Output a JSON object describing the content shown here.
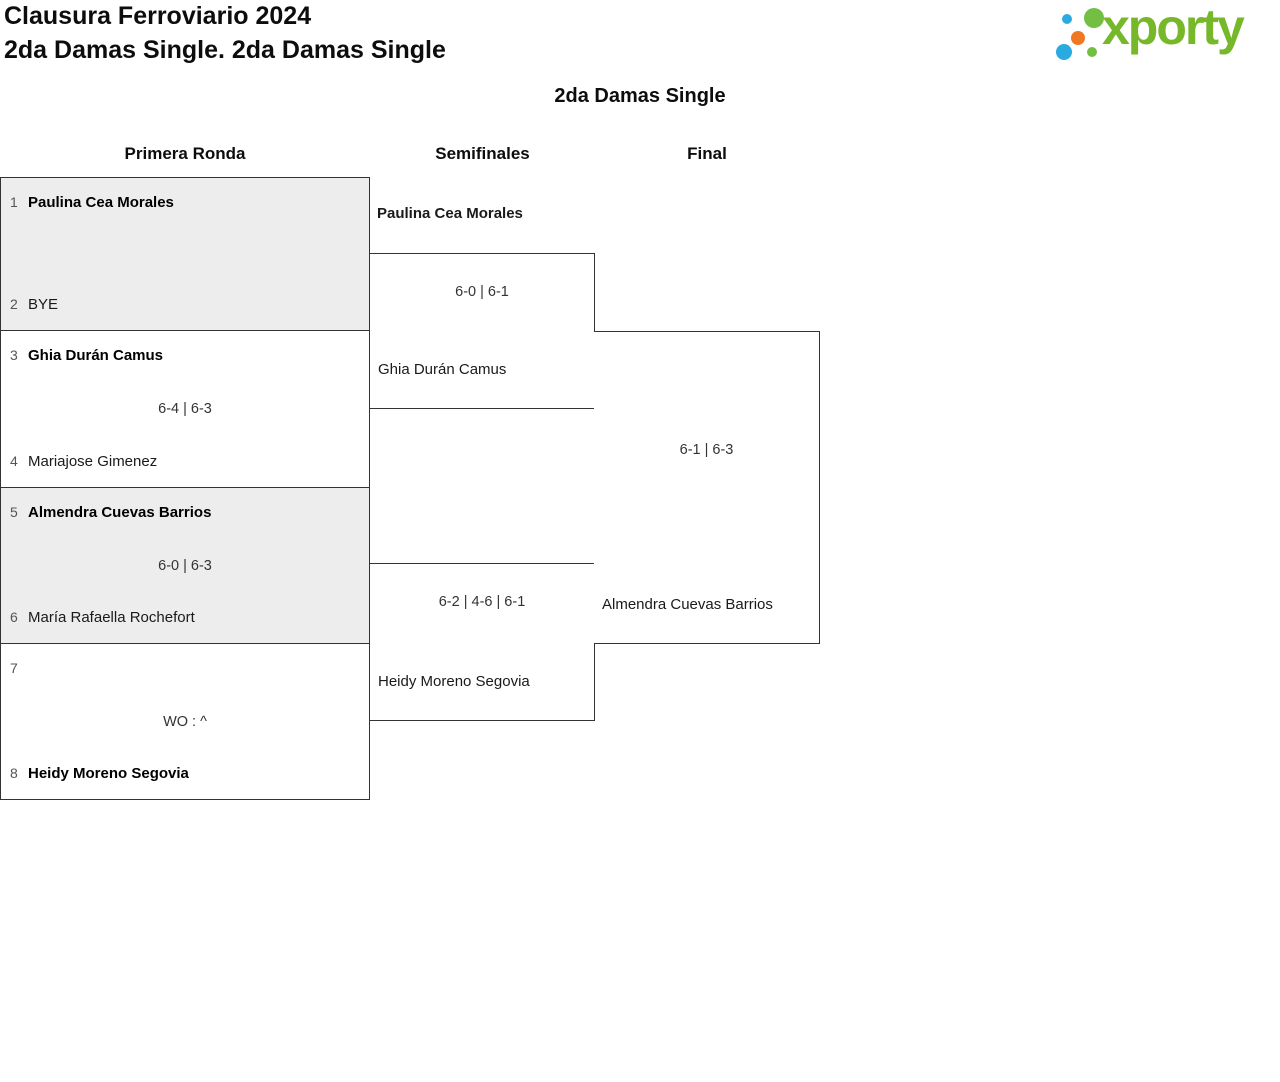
{
  "header": {
    "title_line1": "Clausura Ferroviario 2024",
    "title_line2": "2da Damas Single. 2da Damas Single"
  },
  "logo": {
    "text": "xporty",
    "colors": {
      "green": "#76b82a",
      "blue": "#29abe2",
      "orange": "#f07822"
    }
  },
  "bracket": {
    "title": "2da Damas Single",
    "rounds": [
      "Primera Ronda",
      "Semifinales",
      "Final"
    ],
    "round1": [
      {
        "top_seed": "1",
        "top_name": "Paulina Cea Morales",
        "bottom_seed": "2",
        "bottom_name": "BYE",
        "score": ""
      },
      {
        "top_seed": "3",
        "top_name": "Ghia Durán Camus",
        "bottom_seed": "4",
        "bottom_name": "Mariajose Gimenez",
        "score": "6-4 | 6-3"
      },
      {
        "top_seed": "5",
        "top_name": "Almendra Cuevas Barrios",
        "bottom_seed": "6",
        "bottom_name": "María Rafaella Rochefort",
        "score": "6-0 | 6-3"
      },
      {
        "top_seed": "7",
        "top_name": "",
        "bottom_seed": "8",
        "bottom_name": "Heidy Moreno Segovia",
        "score": "WO : ^"
      }
    ],
    "semifinals": [
      {
        "top_name": "Paulina Cea Morales",
        "bottom_name": "Ghia Durán Camus",
        "score": "6-0 | 6-1"
      },
      {
        "top_name": "",
        "bottom_name": "Heidy Moreno Segovia",
        "score": "6-2 | 4-6 | 6-1"
      }
    ],
    "final": {
      "top_name": "",
      "bottom_name": "Almendra Cuevas Barrios",
      "score": "6-1 | 6-3"
    }
  }
}
